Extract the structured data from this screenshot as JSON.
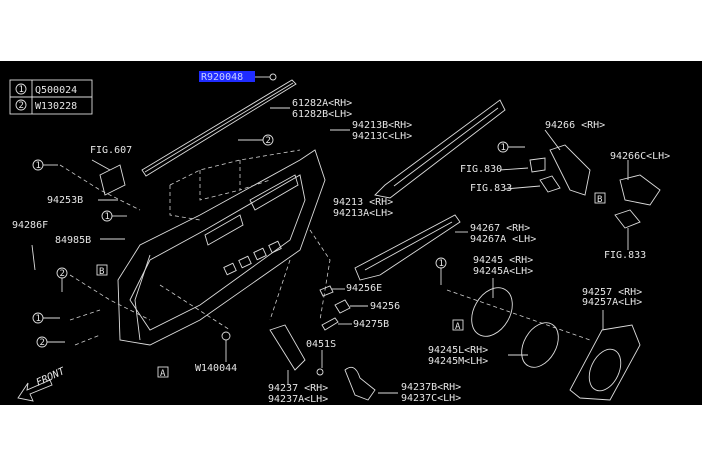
{
  "legend": [
    {
      "key": "1",
      "part": "Q500024"
    },
    {
      "key": "2",
      "part": "W130228"
    }
  ],
  "highlighted_part": "R920048",
  "highlight_color": "#1f2cff",
  "labels": {
    "p61282a": "61282A<RH>",
    "p61282b": "61282B<LH>",
    "p94213b": "94213B<RH>",
    "p94213c": "94213C<LH>",
    "fig607": "FIG.607",
    "p94253b": "94253B",
    "p94286f": "94286F",
    "p84985b": "84985B",
    "p94213": "94213  <RH>",
    "p94213a": "94213A<LH>",
    "p94266": "94266 <RH>",
    "fig830": "FIG.830",
    "fig833a": "FIG.833",
    "p94266c": "94266C<LH>",
    "p94267": "94267  <RH>",
    "p94267a": "94267A <LH>",
    "fig833b": "FIG.833",
    "p94245": "94245  <RH>",
    "p94245a": "94245A<LH>",
    "p94256e": "94256E",
    "p94256": "94256",
    "p94275b": "94275B",
    "p94257": "94257  <RH>",
    "p94257a": "94257A<LH>",
    "p94245l": "94245L<RH>",
    "p94245m": "94245M<LH>",
    "p0451s": "0451S",
    "w140044": "W140044",
    "p94237": "94237  <RH>",
    "p94237a": "94237A<LH>",
    "p94237b": "94237B<RH>",
    "p94237c": "94237C<LH>",
    "front": "FRONT"
  },
  "callouts": {
    "one": "1",
    "two": "2",
    "a": "A",
    "b": "B"
  }
}
